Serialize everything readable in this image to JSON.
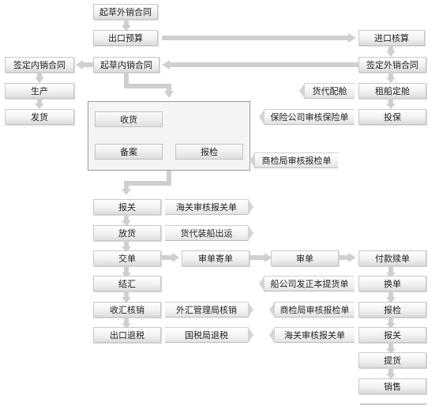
{
  "nodes": {
    "draft_export_contract": "起草外销合同",
    "export_budget": "出口预算",
    "import_accounting": "进口核算",
    "sign_domestic_contract": "签定内销合同",
    "draft_domestic_contract": "起草内销合同",
    "sign_foreign_contract": "签定外销合同",
    "production": "生产",
    "ship": "发货",
    "freight_booking": "货代配舱",
    "charter_ship": "租船定舱",
    "receive_goods": "收货",
    "record_filing": "备案",
    "inspection": "报检",
    "insurance_review": "保险公司审核保险单",
    "insure": "投保",
    "cic_review_inspection": "商检局审核报检单",
    "customs_declare": "报关",
    "customs_review": "海关审核报关单",
    "release_goods": "放货",
    "freight_loading": "货代装船出运",
    "submit_docs": "交单",
    "review_send_docs": "审单寄单",
    "review_docs": "审单",
    "pay_redeem": "付款赎单",
    "settle_fx": "结汇",
    "shipping_bill": "船公司发正本提货单",
    "exchange_bill": "换单",
    "fx_verification": "收汇核销",
    "safe_verification": "外汇管理局核销",
    "cic_review_inspection_2": "商检局审核报检单",
    "inspection_2": "报检",
    "tax_refund": "出口退税",
    "tax_bureau_refund": "国税局退税",
    "customs_review_2": "海关审核报关单",
    "customs_declare_2": "报关",
    "pick_up": "提货",
    "sales": "销售"
  },
  "colors": {
    "connector": "#cfcfcf",
    "box_border": "#c8c8c8",
    "group_border": "#9a9a9a",
    "text": "#222222"
  }
}
